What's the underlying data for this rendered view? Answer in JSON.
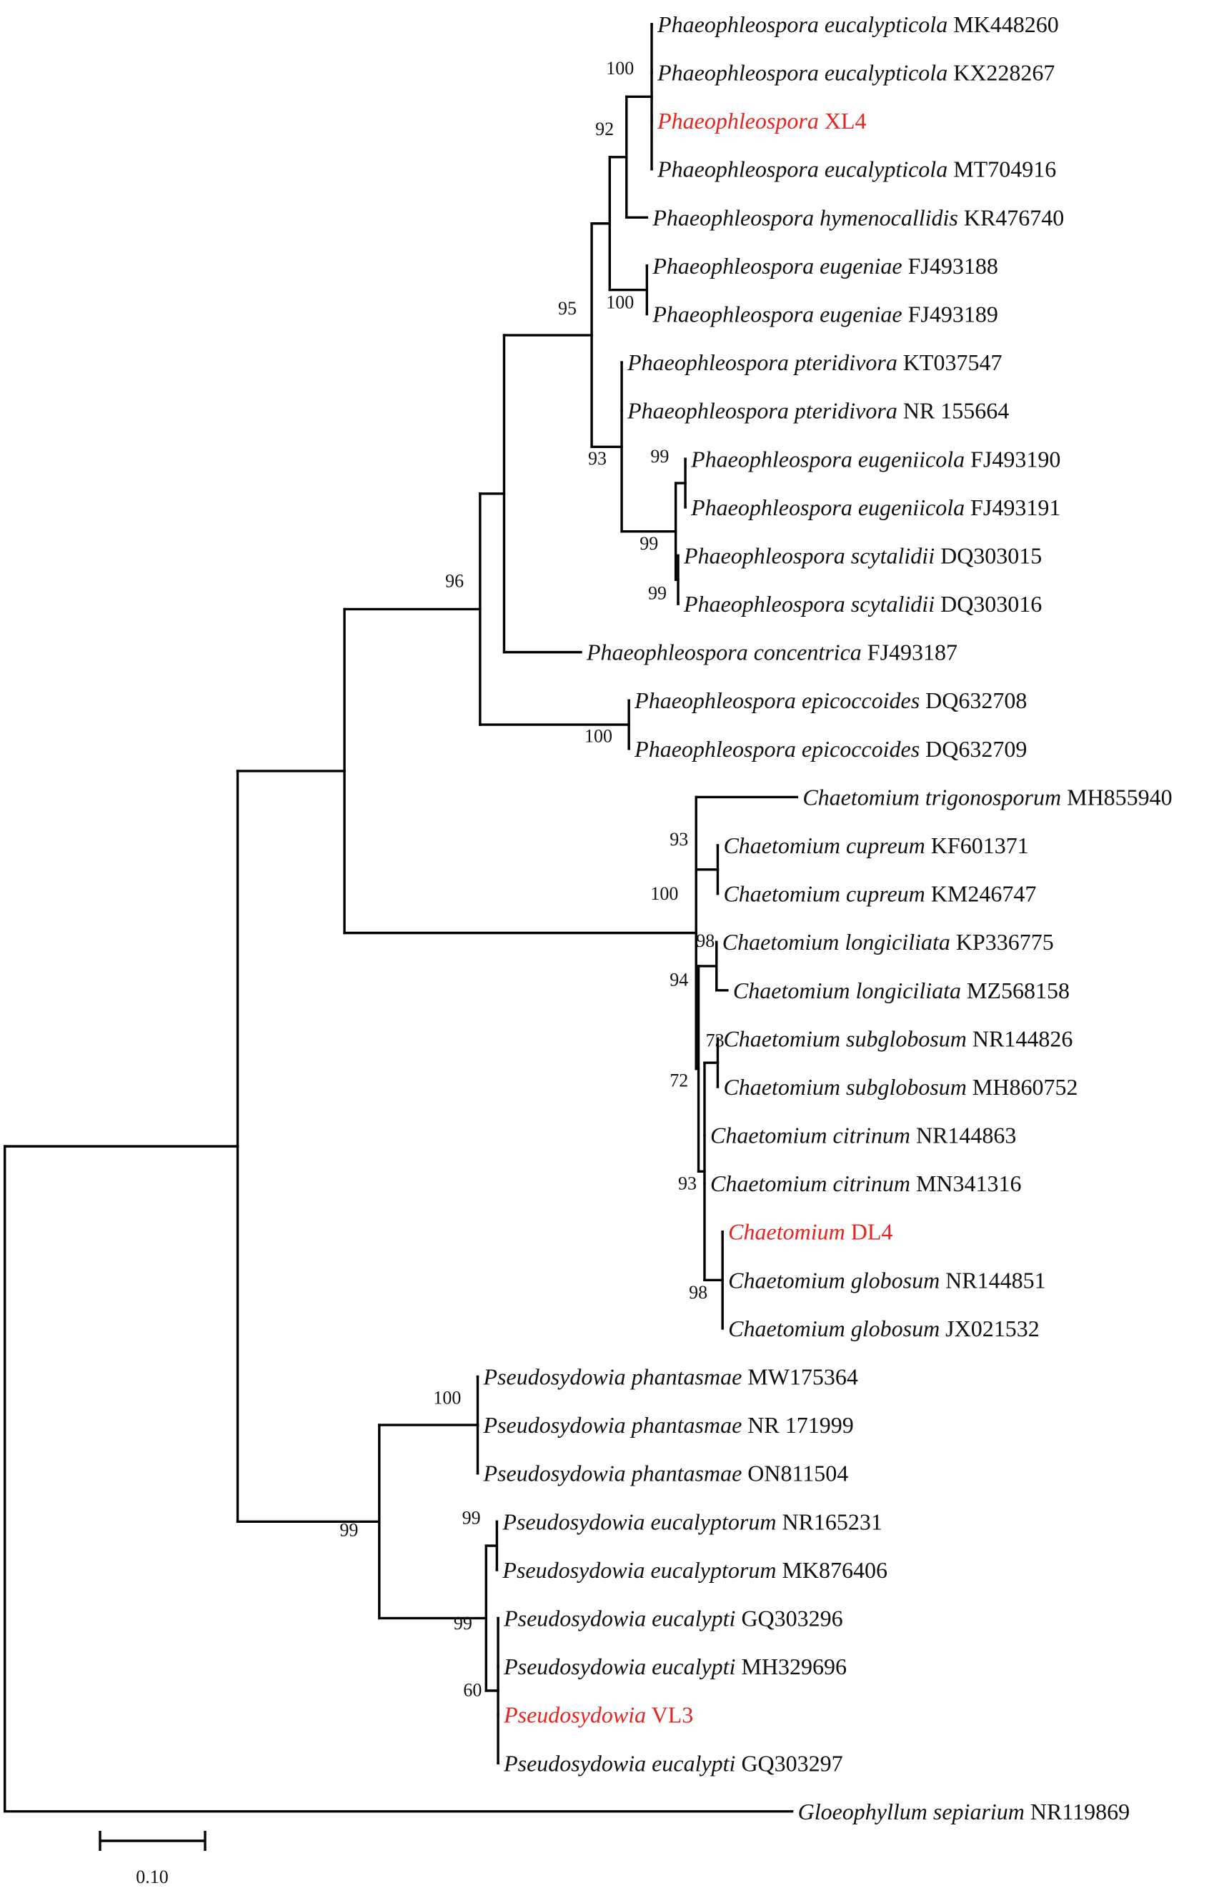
{
  "highlight_color": "#e8241f",
  "text_color": "#111111",
  "line_color": "#000000",
  "tips": [
    {
      "genus": "Phaeophleospora eucalypticola",
      "acc": "MK448260"
    },
    {
      "genus": "Phaeophleospora eucalypticola",
      "acc": "KX228267"
    },
    {
      "genus": "Phaeophleospora",
      "acc": "XL4",
      "highlight": true
    },
    {
      "genus": "Phaeophleospora eucalypticola",
      "acc": "MT704916"
    },
    {
      "genus": "Phaeophleospora hymenocallidis",
      "acc": "KR476740"
    },
    {
      "genus": "Phaeophleospora eugeniae",
      "acc": "FJ493188"
    },
    {
      "genus": "Phaeophleospora eugeniae",
      "acc": "FJ493189"
    },
    {
      "genus": "Phaeophleospora pteridivora",
      "acc": "KT037547"
    },
    {
      "genus": "Phaeophleospora pteridivora",
      "acc": "NR 155664"
    },
    {
      "genus": "Phaeophleospora eugeniicola",
      "acc": "FJ493190"
    },
    {
      "genus": "Phaeophleospora eugeniicola",
      "acc": "FJ493191"
    },
    {
      "genus": "Phaeophleospora scytalidii",
      "acc": "DQ303015"
    },
    {
      "genus": "Phaeophleospora scytalidii",
      "acc": "DQ303016"
    },
    {
      "genus": "Phaeophleospora concentrica",
      "acc": "FJ493187"
    },
    {
      "genus": "Phaeophleospora epicoccoides",
      "acc": "DQ632708"
    },
    {
      "genus": "Phaeophleospora epicoccoides",
      "acc": "DQ632709"
    },
    {
      "genus": "Chaetomium trigonosporum",
      "acc": "MH855940"
    },
    {
      "genus": "Chaetomium cupreum",
      "acc": "KF601371"
    },
    {
      "genus": "Chaetomium cupreum",
      "acc": "KM246747"
    },
    {
      "genus": "Chaetomium longiciliata",
      "acc": "KP336775"
    },
    {
      "genus": "Chaetomium longiciliata",
      "acc": "MZ568158"
    },
    {
      "genus": "Chaetomium subglobosum",
      "acc": "NR144826"
    },
    {
      "genus": "Chaetomium subglobosum",
      "acc": "MH860752"
    },
    {
      "genus": "Chaetomium citrinum",
      "acc": "NR144863"
    },
    {
      "genus": "Chaetomium citrinum",
      "acc": "MN341316"
    },
    {
      "genus": "Chaetomium",
      "acc": "DL4",
      "highlight": true
    },
    {
      "genus": "Chaetomium globosum",
      "acc": "NR144851"
    },
    {
      "genus": "Chaetomium globosum",
      "acc": "JX021532"
    },
    {
      "genus": "Pseudosydowia phantasmae",
      "acc": "MW175364"
    },
    {
      "genus": "Pseudosydowia phantasmae",
      "acc": "NR 171999"
    },
    {
      "genus": "Pseudosydowia phantasmae",
      "acc": "ON811504"
    },
    {
      "genus": "Pseudosydowia eucalyptorum",
      "acc": "NR165231"
    },
    {
      "genus": "Pseudosydowia eucalyptorum",
      "acc": "MK876406"
    },
    {
      "genus": "Pseudosydowia eucalypti",
      "acc": "GQ303296"
    },
    {
      "genus": "Pseudosydowia eucalypti",
      "acc": "MH329696"
    },
    {
      "genus": "Pseudosydowia",
      "acc": "VL3",
      "highlight": true
    },
    {
      "genus": "Pseudosydowia eucalypti",
      "acc": "GQ303297"
    },
    {
      "genus": "Gloeophyllum sepiarium",
      "acc": "NR119869"
    }
  ],
  "bootstrap": [
    "100",
    "92",
    "95",
    "100",
    "93",
    "99",
    "99",
    "99",
    "96",
    "100",
    "93",
    "100",
    "98",
    "94",
    "73",
    "72",
    "93",
    "98",
    "100",
    "99",
    "99",
    "99",
    "60"
  ],
  "scale_bar": {
    "label": "0.10"
  }
}
